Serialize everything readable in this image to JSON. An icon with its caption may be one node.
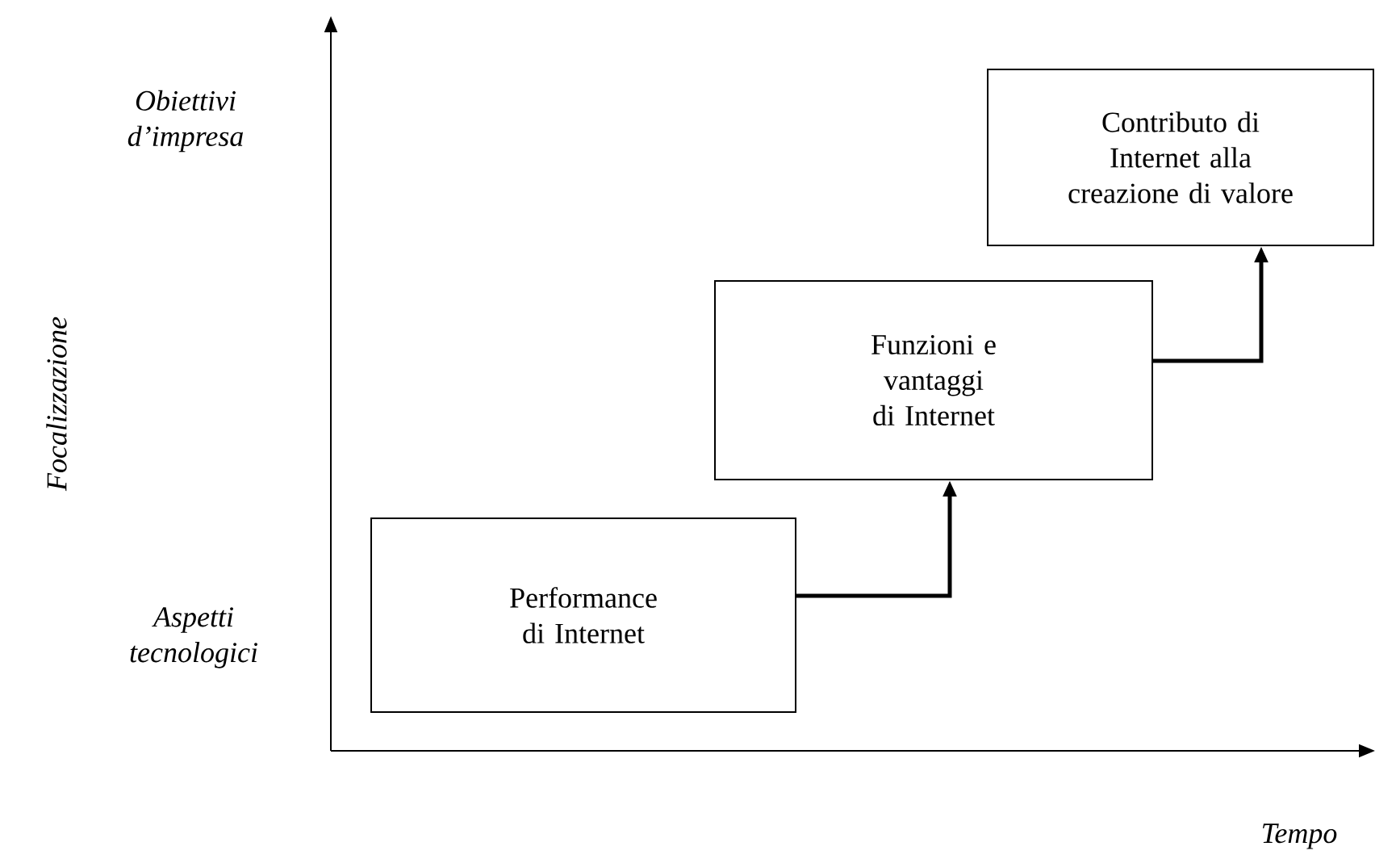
{
  "diagram": {
    "nodes": [
      {
        "text": [
          "Performance di Internet"
        ]
      },
      {
        "text": [
          "Funzioni e vantaggi di Internet"
        ]
      },
      {
        "text": [
          "Contributo di Internet alla creazione di valore"
        ]
      }
    ],
    "edges": [
      {
        "from": 0,
        "to": 1,
        "arrow": "to"
      },
      {
        "from": 1,
        "to": 2,
        "arrow": "to"
      }
    ],
    "labels": [
      "Obiettivi d’impresa",
      "Aspetti tecnologici",
      "Focalizzazione",
      "Tempo"
    ]
  }
}
